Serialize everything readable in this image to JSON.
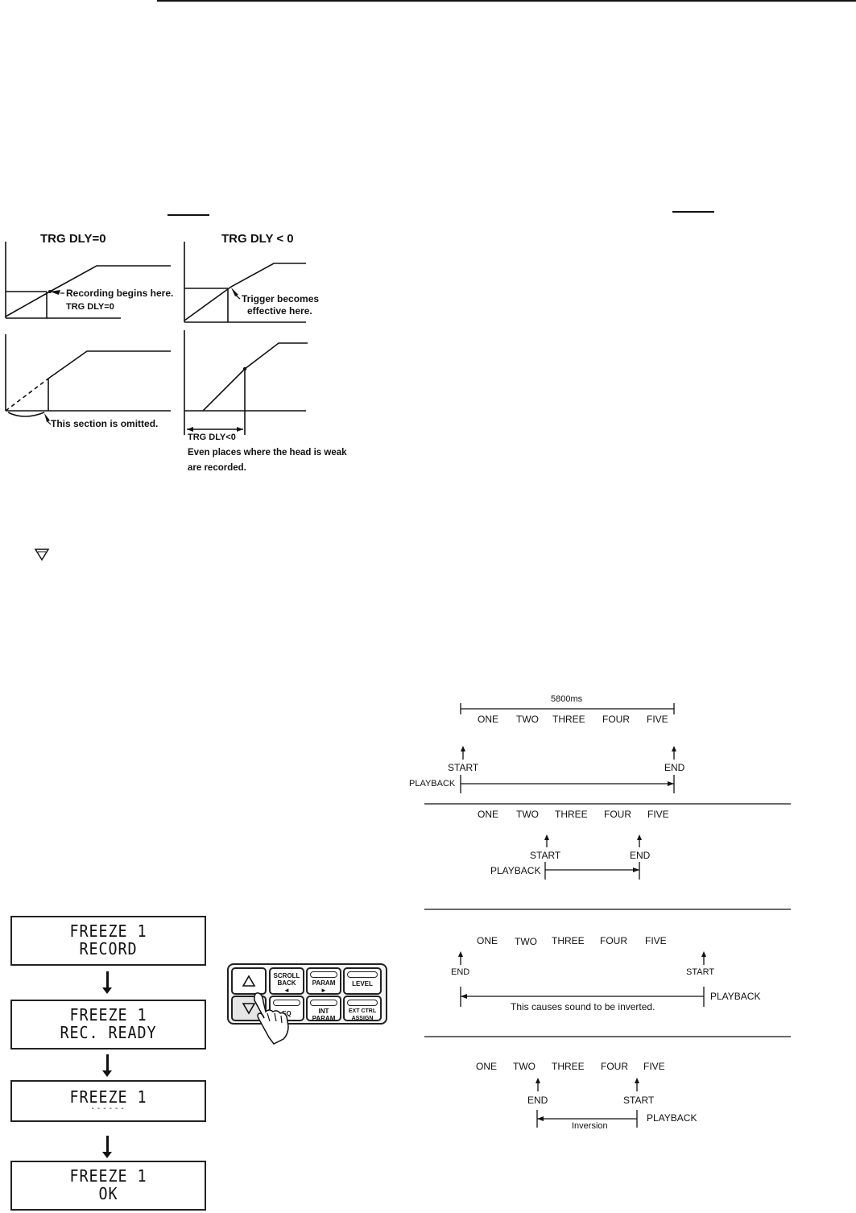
{
  "graphs": {
    "left": {
      "title": "TRG DLY=0",
      "callout1": "Recording begins here.",
      "callout2": "TRG DLY=0",
      "bottom_note": "This section is omitted."
    },
    "right": {
      "title": "TRG DLY < 0",
      "callout1": "Trigger becomes",
      "callout2": "effective here.",
      "dim_label": "TRG DLY<0",
      "note_line1": "Even places where the head is weak",
      "note_line2": "are recorded."
    }
  },
  "down_icon_name": "down-triangle-icon",
  "lcd_sequence": [
    {
      "line1": "FREEZE 1",
      "line2": "RECORD"
    },
    {
      "line1": "FREEZE 1",
      "line2": "REC. READY"
    },
    {
      "line1": "FREEZE 1",
      "line2": "------"
    },
    {
      "line1": "FREEZE 1",
      "line2": "OK"
    }
  ],
  "keypad": {
    "up_icon": "up-triangle-icon",
    "down_icon": "down-triangle-icon",
    "keys": [
      {
        "l1": "SCROLL",
        "l2": "BACK",
        "glyph": "◄"
      },
      {
        "l1": "PARAM",
        "l2": "",
        "glyph": "►"
      },
      {
        "l1": "LEVEL",
        "l2": "",
        "glyph": ""
      },
      {
        "l1": "EQ",
        "l2": "",
        "glyph": ""
      },
      {
        "l1": "INT",
        "l2": "PARAM",
        "glyph": ""
      },
      {
        "l1": "EXT CTRL",
        "l2": "ASSIGN",
        "glyph": ""
      }
    ]
  },
  "timelines": {
    "duration": "5800ms",
    "words": [
      "ONE",
      "TWO",
      "THREE",
      "FOUR",
      "FIVE"
    ],
    "start": "START",
    "end": "END",
    "playback": "PLAYBACK",
    "inverted_note": "This causes sound to be inverted.",
    "inversion": "Inversion"
  }
}
